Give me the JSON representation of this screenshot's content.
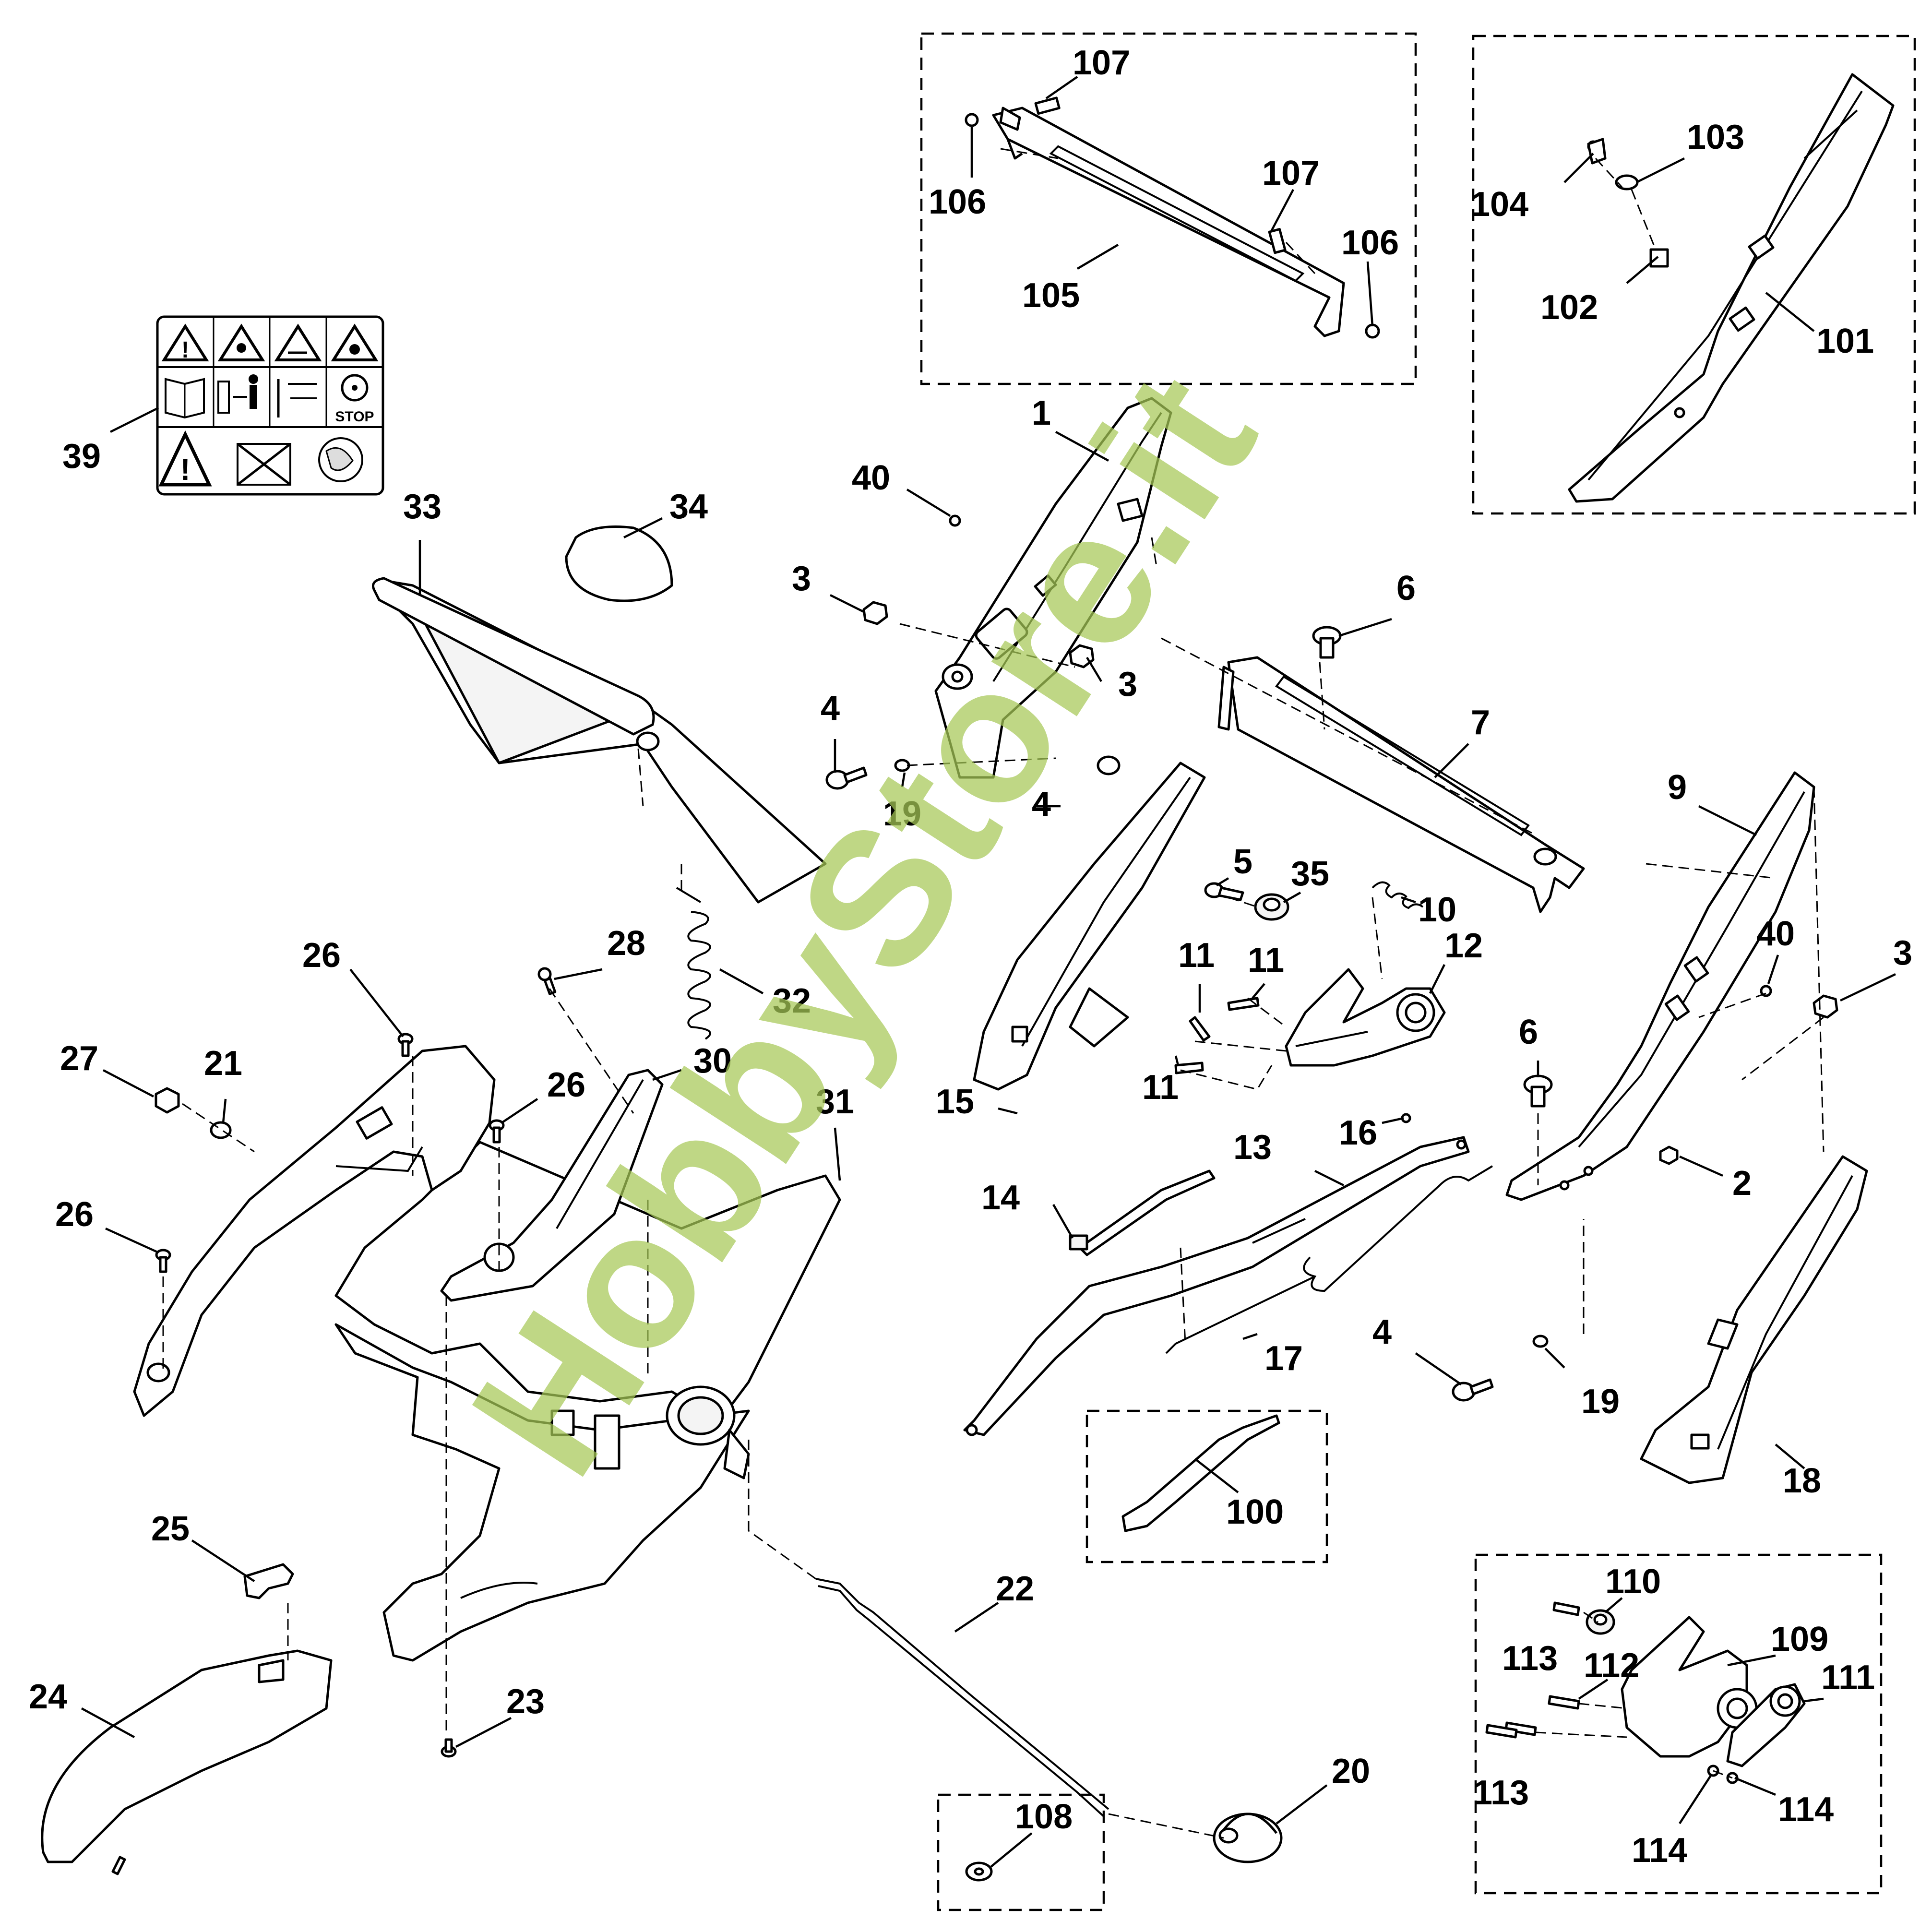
{
  "watermark": "HobbyStore.it",
  "decal": {
    "stop_text": "STOP",
    "icons": [
      "warning-icon",
      "thrown-objects-icon",
      "bystander-icon",
      "hand-blade-icon",
      "manual-icon",
      "distance-icon",
      "slope-icon",
      "blade-icon",
      "warning-icon",
      "children-icon",
      "hand-cut-icon"
    ]
  },
  "callouts": {
    "c1": "1",
    "c2": "2",
    "c3a": "3",
    "c3b": "3",
    "c3c": "3",
    "c4a": "4",
    "c4b": "4",
    "c4c": "4",
    "c5": "5",
    "c6a": "6",
    "c6b": "6",
    "c7": "7",
    "c9": "9",
    "c10": "10",
    "c11a": "11",
    "c11b": "11",
    "c11c": "11",
    "c12": "12",
    "c13": "13",
    "c14": "14",
    "c15": "15",
    "c16": "16",
    "c17": "17",
    "c18": "18",
    "c19a": "19",
    "c19b": "19",
    "c20": "20",
    "c21": "21",
    "c22": "22",
    "c23": "23",
    "c24": "24",
    "c25": "25",
    "c26a": "26",
    "c26b": "26",
    "c26c": "26",
    "c27": "27",
    "c28": "28",
    "c30": "30",
    "c31": "31",
    "c32": "32",
    "c33": "33",
    "c34": "34",
    "c35": "35",
    "c39": "39",
    "c40a": "40",
    "c40b": "40",
    "c100": "100",
    "c101": "101",
    "c102": "102",
    "c103": "103",
    "c104": "104",
    "c105": "105",
    "c106a": "106",
    "c106b": "106",
    "c107a": "107",
    "c107b": "107",
    "c108": "108",
    "c109": "109",
    "c110": "110",
    "c111": "111",
    "c112": "112",
    "c113a": "113",
    "c113b": "113",
    "c114a": "114",
    "c114b": "114"
  }
}
